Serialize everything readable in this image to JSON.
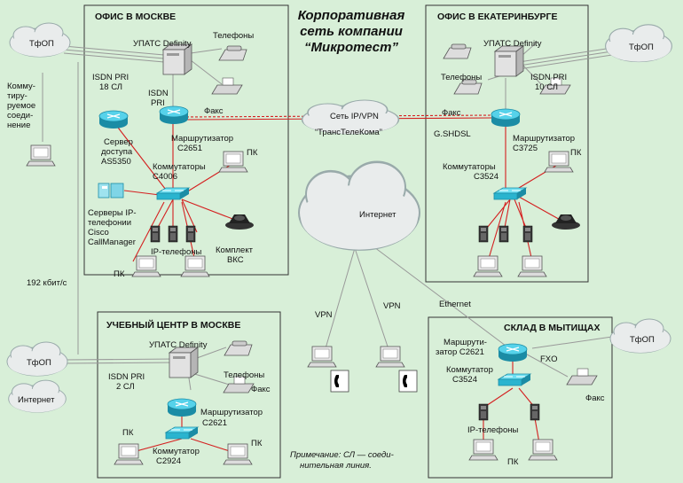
{
  "title": [
    "Корпоративная",
    "сеть компании",
    "“Микротест”"
  ],
  "offices": {
    "moscow": "ОФИС В МОСКВЕ",
    "ekb": "ОФИС В ЕКАТЕРИНБУРГЕ",
    "training": "УЧЕБНЫЙ ЦЕНТР В МОСКВЕ",
    "warehouse": "СКЛАД В МЫТИЩАХ"
  },
  "clouds": {
    "pstn": "ТфОП",
    "ipvpn": "Сеть IP/VPN",
    "ipvpn_sub": "“ТрансТелеКома”",
    "internet": "Интернет"
  },
  "moscow": {
    "pbx": "УПАТС Definity",
    "phones": "Телефоны",
    "fax": "Факс",
    "isdn_pri": "ISDN PRI",
    "isdn_18": "18 СЛ",
    "isdn": "ISDN",
    "pri": "PRI",
    "router": [
      "Маршрутизатор",
      "C2651"
    ],
    "access_server": [
      "Сервер",
      "доступа",
      "AS5350"
    ],
    "switches": [
      "Коммутаторы",
      "C4006"
    ],
    "ip_servers": [
      "Серверы IP-",
      "телефонии",
      "Cisco",
      "CallManager"
    ],
    "ip_phones": "IP-телефоны",
    "vks": [
      "Комплект",
      "ВКС"
    ],
    "pc": "ПК"
  },
  "dialup": [
    "Комму-",
    "тиру-",
    "руемое",
    "соеди-",
    "нение"
  ],
  "speed": "192 кбит/с",
  "ekb": {
    "pbx": "УПАТС Definity",
    "phones": "Телефоны",
    "fax": "Факс",
    "isdn_pri": "ISDN PRI",
    "isdn_10": "10 СЛ",
    "gshdsl": "G.SHDSL",
    "router": [
      "Маршрутизатор",
      "C3725"
    ],
    "switches": [
      "Коммутаторы",
      "C3524"
    ],
    "pc": "ПК"
  },
  "internet_links": {
    "vpn1": "VPN",
    "vpn2": "VPN",
    "ethernet": "Ethernet"
  },
  "training": {
    "pbx": "УПАТС Definity",
    "phones": "Телефоны",
    "fax": "Факс",
    "isdn_pri": "ISDN PRI",
    "isdn_2": "2 СЛ",
    "router": [
      "Маршрутизатор",
      "C2621"
    ],
    "switch": [
      "Коммутатор",
      "C2924"
    ],
    "pc": "ПК"
  },
  "warehouse": {
    "router": [
      "Маршрути-",
      "затор C2621"
    ],
    "fxo": "FXO",
    "switch": [
      "Коммутатор",
      "C3524"
    ],
    "fax": "Факс",
    "ip_phones": "IP-телефоны",
    "pc": "ПК"
  },
  "note": [
    "Примечание: СЛ — соеди-",
    "нительная линия."
  ],
  "colors": {
    "background": "#d8efd8",
    "cloud": "#e9ecec",
    "router": "#35b9d4",
    "lan": "#d42020",
    "wan": "#888888"
  }
}
